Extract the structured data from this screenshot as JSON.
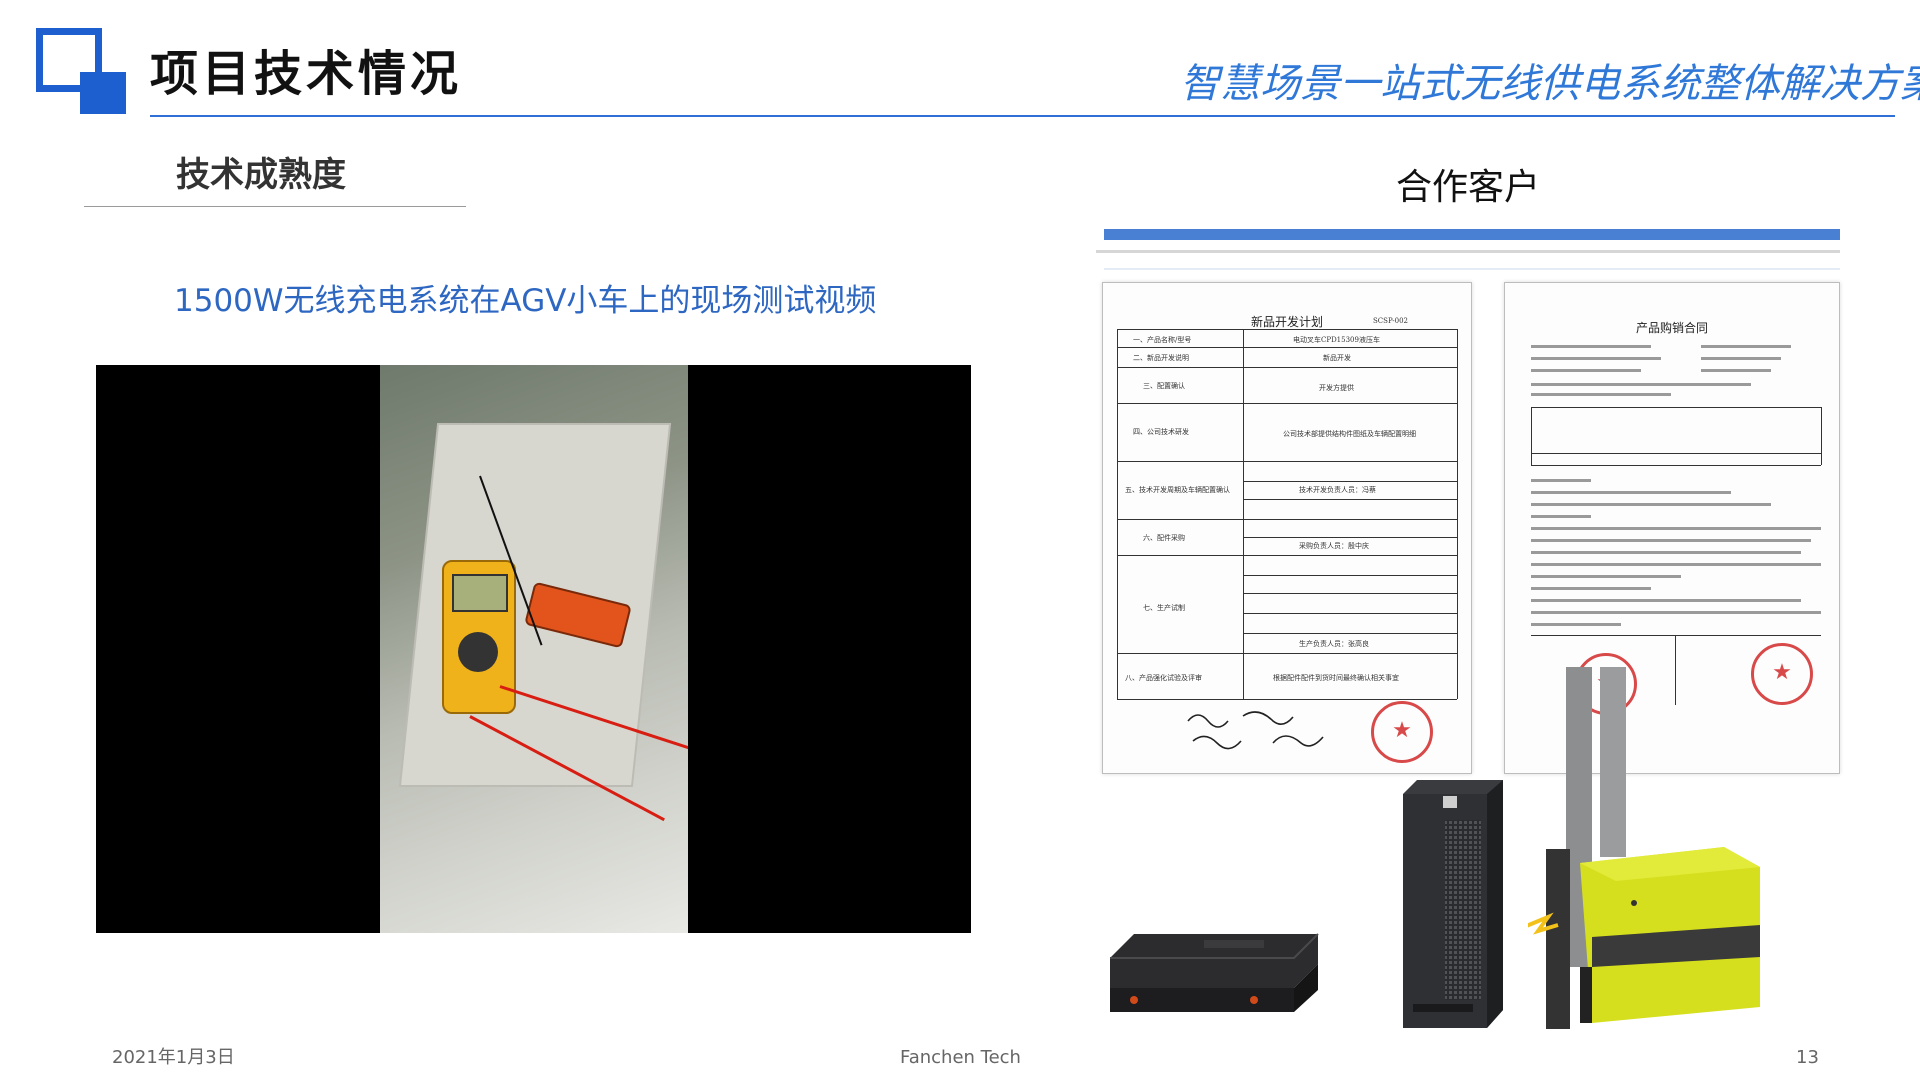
{
  "header": {
    "title": "项目技术情况",
    "subtitle": "智慧场景一站式无线供电系统整体解决方案",
    "accent_color": "#1e5fcf"
  },
  "left": {
    "section_heading": "技术成熟度",
    "video_caption": "1500W无线充电系统在AGV小车上的现场测试视频",
    "video_icon": "video-player"
  },
  "right": {
    "section_heading": "合作客户",
    "doc1": {
      "title": "新品开发计划",
      "code": "SCSP-002",
      "rows": [
        {
          "label": "一、产品名称/型号",
          "value": "电动叉车CPD15309液压车"
        },
        {
          "label": "二、新品开发说明",
          "value": "新品开发"
        },
        {
          "label": "三、配置确认",
          "value": "开发方提供"
        },
        {
          "label": "四、公司技术研发",
          "value": "公司技术部提供结构件图纸及车辆配置明细"
        },
        {
          "label": "五、技术开发周期及车辆配置确认",
          "value": "技术开发负责人员：冯蔡"
        },
        {
          "label": "六、配件采购",
          "value": "采购负责人员：殷中庆"
        },
        {
          "label": "七、生产试制",
          "value": "生产负责人员：张高良"
        },
        {
          "label": "八、产品强化试验及评审",
          "value": "根据配件配件到货时间最终确认相关事宜"
        }
      ]
    },
    "doc2": {
      "title": "产品购销合同"
    },
    "seal_icon": "red-company-seal"
  },
  "footer": {
    "date": "2021年1月3日",
    "company": "Fanchen Tech",
    "page": "13"
  }
}
